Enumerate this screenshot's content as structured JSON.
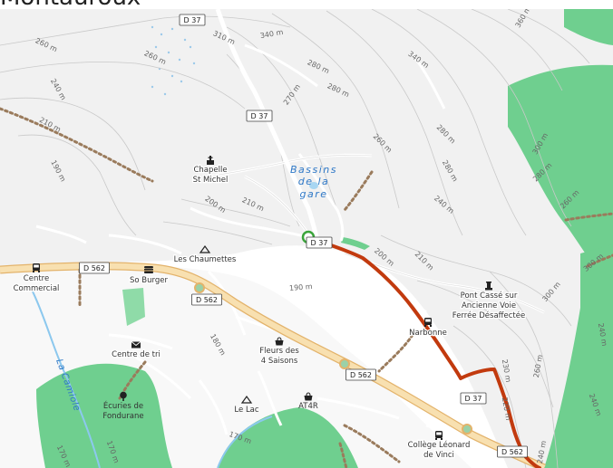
{
  "title": "Montauroux",
  "water": {
    "name_lines": [
      "Bassins",
      "de la",
      "gare"
    ],
    "river": "La Camiole"
  },
  "road_shields": [
    {
      "id": "d37-top",
      "label": "D 37"
    },
    {
      "id": "d37-mid",
      "label": "D 37"
    },
    {
      "id": "d37-route",
      "label": "D 37"
    },
    {
      "id": "d37-bottom",
      "label": "D 37"
    },
    {
      "id": "d562-left",
      "label": "D 562"
    },
    {
      "id": "d562-mid",
      "label": "D 562"
    },
    {
      "id": "d562-lower",
      "label": "D 562"
    },
    {
      "id": "d562-bottom",
      "label": "D 562"
    }
  ],
  "places": [
    {
      "id": "chapelle",
      "lines": [
        "Chapelle",
        "St Michel"
      ],
      "icon": "chapel-icon"
    },
    {
      "id": "chaumettes",
      "lines": [
        "Les Chaumettes"
      ],
      "icon": "peak-icon"
    },
    {
      "id": "centre-commercial",
      "lines": [
        "Centre",
        "Commercial"
      ],
      "icon": "bus-icon"
    },
    {
      "id": "so-burger",
      "lines": [
        "So Burger"
      ],
      "icon": "restaurant-icon"
    },
    {
      "id": "centre-tri",
      "lines": [
        "Centre de tri"
      ],
      "icon": "mail-icon"
    },
    {
      "id": "fleurs",
      "lines": [
        "Fleurs des",
        "4 Saisons"
      ],
      "icon": "shop-icon"
    },
    {
      "id": "narbonne",
      "lines": [
        "Narbonne"
      ],
      "icon": "bus-icon"
    },
    {
      "id": "pont-casse",
      "lines": [
        "Pont Cassé sur",
        "Ancienne Voie",
        "Ferrée Désaffectée"
      ],
      "icon": "monument-icon"
    },
    {
      "id": "ecuries",
      "lines": [
        "Écuries de",
        "Fondurane"
      ],
      "icon": "tree-icon"
    },
    {
      "id": "le-lac",
      "lines": [
        "Le Lac"
      ],
      "icon": "peak-icon"
    },
    {
      "id": "at4r",
      "lines": [
        "AT4R"
      ],
      "icon": "shop-icon"
    },
    {
      "id": "college",
      "lines": [
        "Collège Léonard",
        "de Vinci"
      ],
      "icon": "bus-icon"
    }
  ],
  "contours": [
    "260 m",
    "260 m",
    "240 m",
    "210 m",
    "190 m",
    "310 m",
    "340 m",
    "280 m",
    "270 m",
    "340 m",
    "280 m",
    "280 m",
    "260 m",
    "240 m",
    "210 m",
    "200 m",
    "200 m",
    "210 m",
    "190 m",
    "280 m",
    "300 m",
    "280 m",
    "260 m",
    "300 m",
    "300 m",
    "240 m",
    "230 m",
    "260 m",
    "220 m",
    "240 m",
    "180 m",
    "170 m",
    "170 m",
    "170 m",
    "360 m",
    "240 m"
  ],
  "colors": {
    "route": "#c23a0e",
    "main_road": "#f6d9a6",
    "forest": "#6fcf8f",
    "water": "#a8d6f2"
  }
}
